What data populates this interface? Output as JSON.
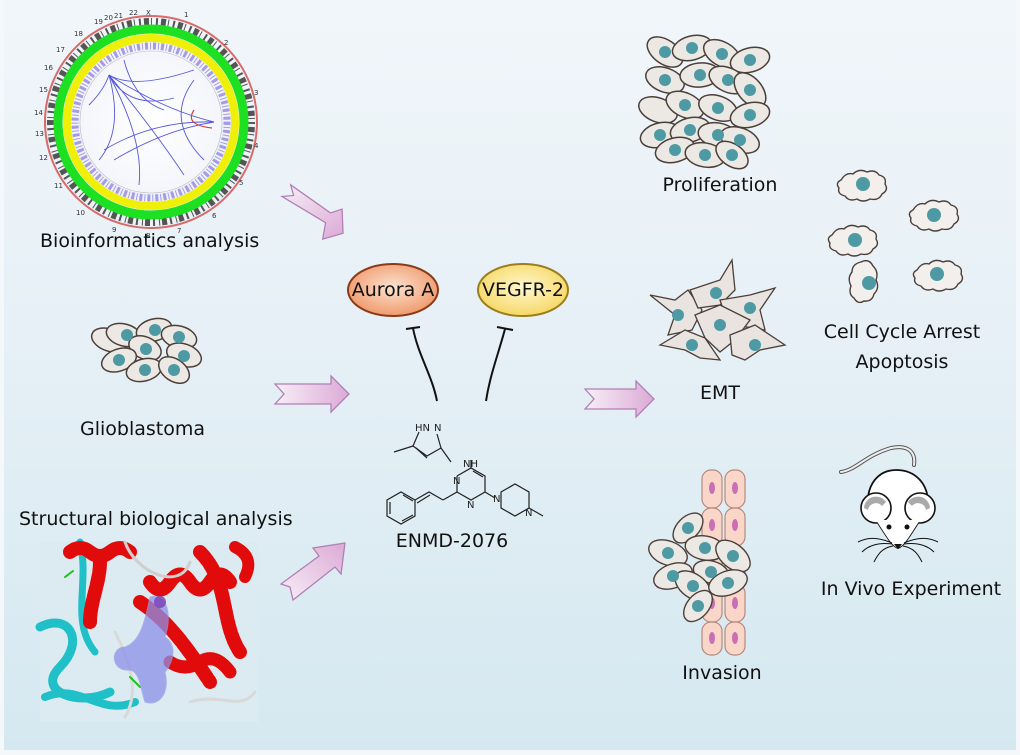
{
  "diagram": {
    "inputs": [
      {
        "id": "bioinformatics",
        "label": "Bioinformatics analysis",
        "graphic": "circos-plot"
      },
      {
        "id": "glioblastoma",
        "label": "Glioblastoma",
        "graphic": "cell-cluster"
      },
      {
        "id": "structural",
        "label": "Structural biological analysis",
        "graphic": "protein-ribbon-structure"
      }
    ],
    "targets": [
      {
        "id": "aurora",
        "label": "Aurora A",
        "fill": "#f0a479",
        "stroke": "#8a3a17"
      },
      {
        "id": "vegfr",
        "label": "VEGFR-2",
        "fill": "#f9df77",
        "stroke": "#9a7e1c"
      }
    ],
    "drug": {
      "name": "ENMD-2076",
      "atoms": {
        "hn": "HN",
        "n1": "N",
        "nh": "NH",
        "n2": "N",
        "n3": "N",
        "n4": "N",
        "n5": "N"
      }
    },
    "outcomes": [
      {
        "id": "proliferation",
        "label": "Proliferation"
      },
      {
        "id": "apoptosis",
        "label_line1": "Cell Cycle Arrest",
        "label_line2": "Apoptosis"
      },
      {
        "id": "emt",
        "label": "EMT"
      },
      {
        "id": "invasion",
        "label": "Invasion"
      },
      {
        "id": "invivo",
        "label": "In Vivo Experiment"
      }
    ],
    "relations": {
      "arrow_type": "activation",
      "inhibition_type": "inhibits"
    },
    "colors": {
      "arrow_fill_start": "#f7eef7",
      "arrow_fill_end": "#dcaad6",
      "arrow_stroke": "#b17fb5",
      "cell_nucleus": "#4e9aa4",
      "cell_body": "#ece8e4",
      "cell_outline": "#4b3f39",
      "circos_green": "#12e01a",
      "circos_yellow": "#f2f200",
      "circos_link": "#3a3ad0",
      "helix_red": "#e10b0b",
      "sheet_cyan": "#1fc0c8"
    }
  }
}
